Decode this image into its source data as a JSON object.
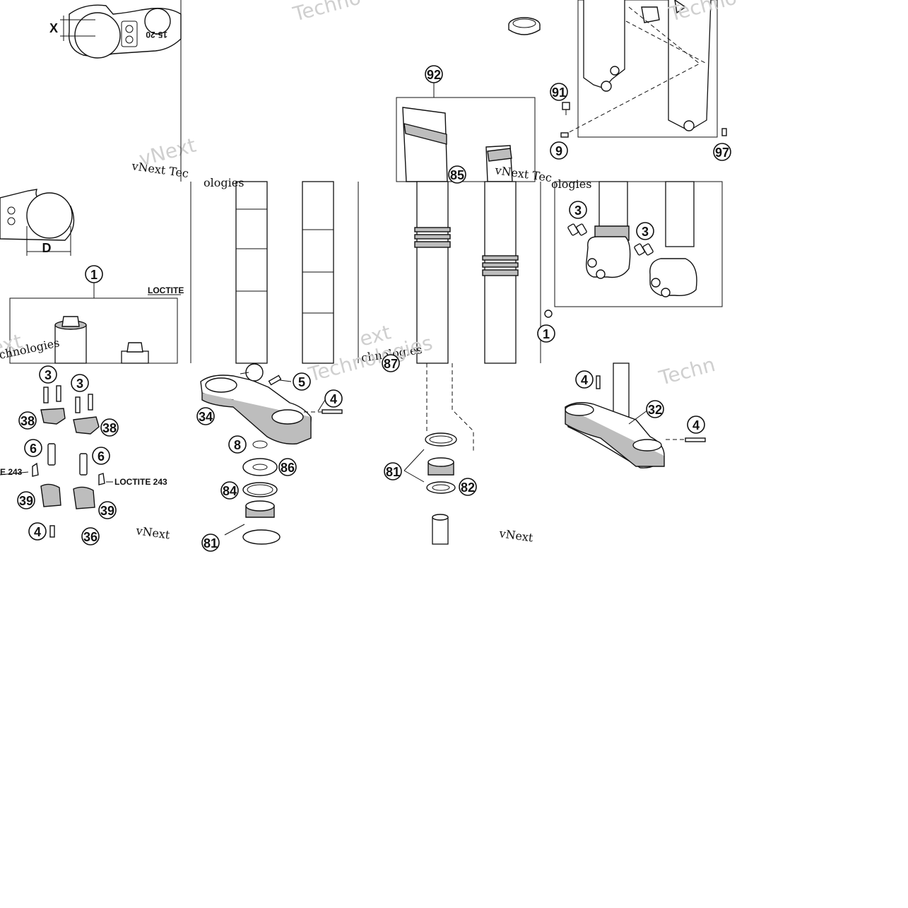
{
  "title": "",
  "dimension_labels": {
    "x": "X",
    "d": "D"
  },
  "notes": {
    "loctite_top": "LOCTITE",
    "loctite_243_right": "LOCTITE 243",
    "loctite_243_left": "E 243"
  },
  "logo_text": "15-20",
  "watermarks": {
    "vnext": "vNext",
    "vnext_tec": "vNext Tec",
    "technologies": "Technologies",
    "techno": "Techno",
    "techn": "Techn",
    "hnologies": "hnologies",
    "chnologies": "chnologies",
    "ologies": "ologies",
    "ext": "ext"
  },
  "callouts": [
    {
      "id": "c92",
      "label": "92"
    },
    {
      "id": "c91",
      "label": "91"
    },
    {
      "id": "c9",
      "label": "9"
    },
    {
      "id": "c97",
      "label": "97"
    },
    {
      "id": "c85",
      "label": "85"
    },
    {
      "id": "c1",
      "label": "1"
    },
    {
      "id": "c3a",
      "label": "3"
    },
    {
      "id": "c3b",
      "label": "3"
    },
    {
      "id": "c3c",
      "label": "3"
    },
    {
      "id": "c3d",
      "label": "3"
    },
    {
      "id": "c38a",
      "label": "38"
    },
    {
      "id": "c38b",
      "label": "38"
    },
    {
      "id": "c6a",
      "label": "6"
    },
    {
      "id": "c6b",
      "label": "6"
    },
    {
      "id": "c39a",
      "label": "39"
    },
    {
      "id": "c39b",
      "label": "39"
    },
    {
      "id": "c4a",
      "label": "4"
    },
    {
      "id": "c36",
      "label": "36"
    },
    {
      "id": "c5",
      "label": "5"
    },
    {
      "id": "c4b",
      "label": "4"
    },
    {
      "id": "c34",
      "label": "34"
    },
    {
      "id": "c8",
      "label": "8"
    },
    {
      "id": "c86",
      "label": "86"
    },
    {
      "id": "c84",
      "label": "84"
    },
    {
      "id": "c81a",
      "label": "81"
    },
    {
      "id": "c81b",
      "label": "81"
    },
    {
      "id": "c82",
      "label": "82"
    },
    {
      "id": "c4c",
      "label": "4"
    },
    {
      "id": "c32",
      "label": "32"
    },
    {
      "id": "c4d",
      "label": "4"
    },
    {
      "id": "c1b",
      "label": "1"
    },
    {
      "id": "c87",
      "label": "87"
    }
  ]
}
